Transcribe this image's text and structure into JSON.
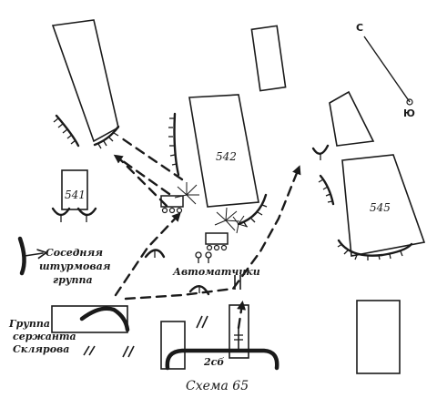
{
  "caption": "Схема 65",
  "buildings": [
    {
      "id": "541",
      "label": "541"
    },
    {
      "id": "542",
      "label": "542"
    },
    {
      "id": "545",
      "label": "545"
    }
  ],
  "labels": {
    "neighbor_group_line1": "Соседняя",
    "neighbor_group_line2": "штурмовая",
    "neighbor_group_line3": "группа",
    "submachine_gunners": "Автоматчики",
    "sklyarov_line1": "Группа",
    "sklyarov_line2": "сержанта",
    "sklyarov_line3": "Склярова",
    "battalion": "2сб"
  },
  "compass": {
    "north": "С",
    "south": "Ю"
  },
  "icons": [
    "explosion-icon",
    "tank-icon",
    "infantry-group-icon",
    "compass-icon"
  ]
}
